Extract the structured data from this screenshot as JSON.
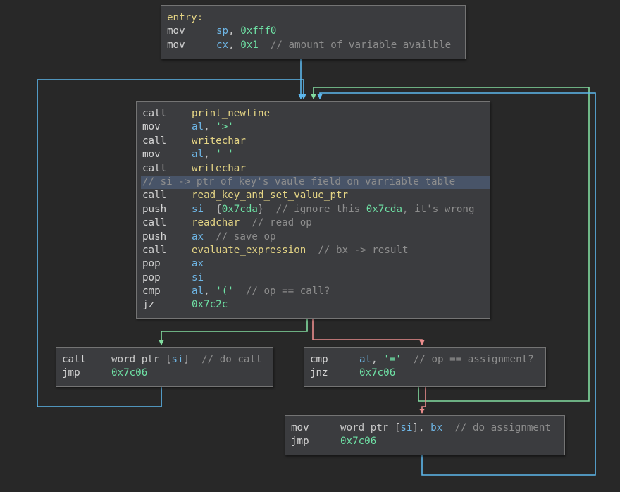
{
  "colors": {
    "background": "#282828",
    "node_bg": "#3b3c3f",
    "node_border": "#747474",
    "edge_unconditional": "#5db7ec",
    "edge_true": "#82dca0",
    "edge_false": "#e98c8c",
    "highlight": "#485468"
  },
  "nodes": {
    "entry": {
      "lines": [
        [
          {
            "t": "entry:",
            "c": "fn"
          }
        ],
        [
          {
            "t": "mov",
            "c": "mn"
          },
          {
            "t": "sp",
            "c": "reg"
          },
          {
            "t": ", ",
            "c": "punc"
          },
          {
            "t": "0xfff0",
            "c": "num"
          }
        ],
        [
          {
            "t": "mov",
            "c": "mn"
          },
          {
            "t": "cx",
            "c": "reg"
          },
          {
            "t": ", ",
            "c": "punc"
          },
          {
            "t": "0x1",
            "c": "num"
          },
          {
            "t": "  // amount of variable availble",
            "c": "cm"
          }
        ]
      ]
    },
    "loop": {
      "lines": [
        [
          {
            "t": "call",
            "c": "mn"
          },
          {
            "t": "print_newline",
            "c": "fn"
          }
        ],
        [
          {
            "t": "mov",
            "c": "mn"
          },
          {
            "t": "al",
            "c": "reg"
          },
          {
            "t": ", ",
            "c": "punc"
          },
          {
            "t": "'>'",
            "c": "str"
          }
        ],
        [
          {
            "t": "call",
            "c": "mn"
          },
          {
            "t": "writechar",
            "c": "fn"
          }
        ],
        [
          {
            "t": "mov",
            "c": "mn"
          },
          {
            "t": "al",
            "c": "reg"
          },
          {
            "t": ", ",
            "c": "punc"
          },
          {
            "t": "' '",
            "c": "str"
          }
        ],
        [
          {
            "t": "call",
            "c": "mn"
          },
          {
            "t": "writechar",
            "c": "fn"
          }
        ],
        [
          {
            "t": "// si -> ptr of key's vaule field on varriable table",
            "c": "cm",
            "hl": true
          }
        ],
        [
          {
            "t": "call",
            "c": "mn"
          },
          {
            "t": "read_key_and_set_value_ptr",
            "c": "fn"
          }
        ],
        [
          {
            "t": "push",
            "c": "mn"
          },
          {
            "t": "si",
            "c": "reg"
          },
          {
            "t": "  {",
            "c": "sym"
          },
          {
            "t": "0x7cda",
            "c": "num"
          },
          {
            "t": "}",
            "c": "sym"
          },
          {
            "t": "  // ignore this ",
            "c": "cm"
          },
          {
            "t": "0x7cda",
            "c": "num"
          },
          {
            "t": ", it's wrong",
            "c": "cm"
          }
        ],
        [
          {
            "t": "call",
            "c": "mn"
          },
          {
            "t": "readchar",
            "c": "fn"
          },
          {
            "t": "  // read op",
            "c": "cm"
          }
        ],
        [
          {
            "t": "push",
            "c": "mn"
          },
          {
            "t": "ax",
            "c": "reg"
          },
          {
            "t": "  // save op",
            "c": "cm"
          }
        ],
        [
          {
            "t": "call",
            "c": "mn"
          },
          {
            "t": "evaluate_expression",
            "c": "fn"
          },
          {
            "t": "  // bx -> result",
            "c": "cm"
          }
        ],
        [
          {
            "t": "pop",
            "c": "mn"
          },
          {
            "t": "ax",
            "c": "reg"
          }
        ],
        [
          {
            "t": "pop",
            "c": "mn"
          },
          {
            "t": "si",
            "c": "reg"
          }
        ],
        [
          {
            "t": "cmp",
            "c": "mn"
          },
          {
            "t": "al",
            "c": "reg"
          },
          {
            "t": ", ",
            "c": "punc"
          },
          {
            "t": "'('",
            "c": "str"
          },
          {
            "t": "  // op == call?",
            "c": "cm"
          }
        ],
        [
          {
            "t": "jz",
            "c": "mn"
          },
          {
            "t": "0x7c2c",
            "c": "num"
          }
        ]
      ]
    },
    "do_call": {
      "lines": [
        [
          {
            "t": "call",
            "c": "mn"
          },
          {
            "t": "word ptr [",
            "c": "punc"
          },
          {
            "t": "si",
            "c": "reg"
          },
          {
            "t": "]",
            "c": "punc"
          },
          {
            "t": "  // do call",
            "c": "cm"
          }
        ],
        [
          {
            "t": "jmp",
            "c": "mn"
          },
          {
            "t": "0x7c06",
            "c": "num"
          }
        ]
      ]
    },
    "check_assign": {
      "lines": [
        [
          {
            "t": "cmp",
            "c": "mn"
          },
          {
            "t": "al",
            "c": "reg"
          },
          {
            "t": ", ",
            "c": "punc"
          },
          {
            "t": "'='",
            "c": "str"
          },
          {
            "t": "  // op == assignment?",
            "c": "cm"
          }
        ],
        [
          {
            "t": "jnz",
            "c": "mn"
          },
          {
            "t": "0x7c06",
            "c": "num"
          }
        ]
      ]
    },
    "do_assign": {
      "lines": [
        [
          {
            "t": "mov",
            "c": "mn"
          },
          {
            "t": "word ptr [",
            "c": "punc"
          },
          {
            "t": "si",
            "c": "reg"
          },
          {
            "t": "], ",
            "c": "punc"
          },
          {
            "t": "bx",
            "c": "reg"
          },
          {
            "t": "  // do assignment",
            "c": "cm"
          }
        ],
        [
          {
            "t": "jmp",
            "c": "mn"
          },
          {
            "t": "0x7c06",
            "c": "num"
          }
        ]
      ]
    }
  },
  "edges": [
    {
      "from": "entry",
      "to": "loop",
      "kind": "unconditional"
    },
    {
      "from": "loop",
      "to": "do_call",
      "kind": "true"
    },
    {
      "from": "loop",
      "to": "check_assign",
      "kind": "false"
    },
    {
      "from": "do_call",
      "to": "loop",
      "kind": "unconditional"
    },
    {
      "from": "check_assign",
      "to": "loop",
      "kind": "true"
    },
    {
      "from": "check_assign",
      "to": "do_assign",
      "kind": "false"
    },
    {
      "from": "do_assign",
      "to": "loop",
      "kind": "unconditional"
    }
  ]
}
